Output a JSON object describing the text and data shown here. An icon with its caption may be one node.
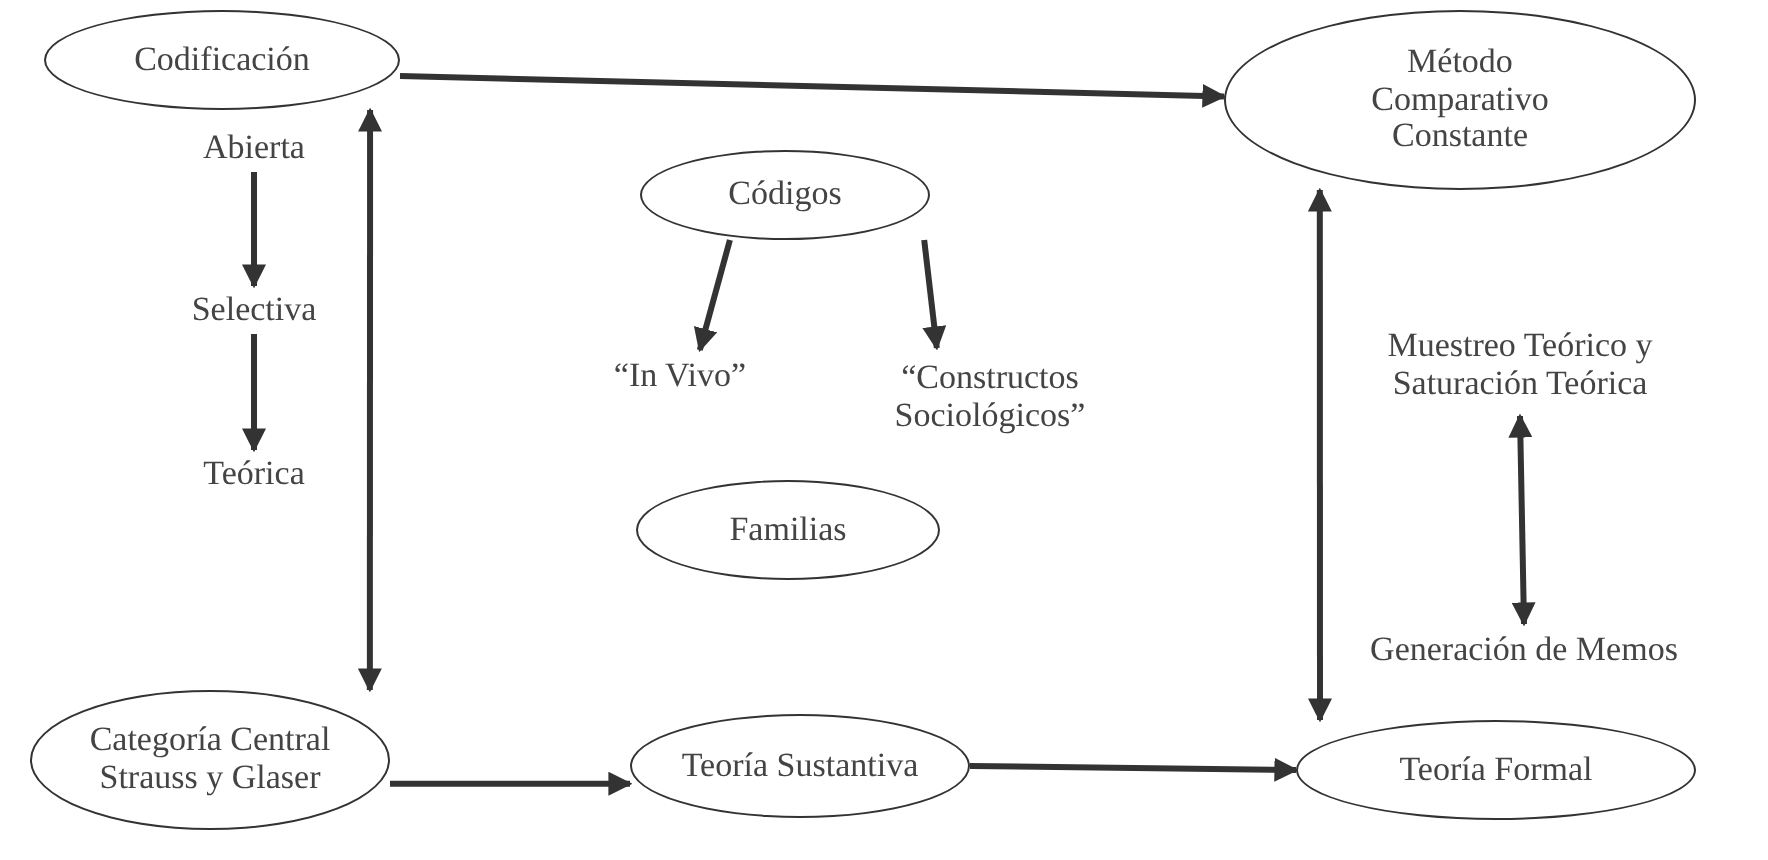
{
  "diagram": {
    "nodes": [
      {
        "text": [
          "Codificación"
        ]
      },
      {
        "text": [
          "Abierta"
        ]
      },
      {
        "text": [
          "Selectiva"
        ]
      },
      {
        "text": [
          "Teórica"
        ]
      },
      {
        "text": [
          "Códigos"
        ]
      },
      {
        "text": [
          "“In Vivo”"
        ]
      },
      {
        "text": [
          "“Constructos Sociológicos”"
        ]
      },
      {
        "text": [
          "Familias"
        ]
      },
      {
        "text": [
          "Método Comparativo Constante"
        ]
      },
      {
        "text": [
          "Muestreo Teórico y Saturación Teórica"
        ]
      },
      {
        "text": [
          "Generación de Memos"
        ]
      },
      {
        "text": [
          "Categoría Central Strauss y Glaser"
        ]
      },
      {
        "text": [
          "Teoría Sustantiva"
        ]
      },
      {
        "text": [
          "Teoría Formal"
        ]
      }
    ],
    "edges": [
      {
        "from": 0,
        "to": 8,
        "arrow": "to"
      },
      {
        "from": 1,
        "to": 2,
        "arrow": "to"
      },
      {
        "from": 2,
        "to": 3,
        "arrow": "to"
      },
      {
        "from": 0,
        "to": 11,
        "arrow": "both"
      },
      {
        "from": 4,
        "to": 5,
        "arrow": "to"
      },
      {
        "from": 4,
        "to": 6,
        "arrow": "to"
      },
      {
        "from": 8,
        "to": 13,
        "arrow": "both"
      },
      {
        "from": 9,
        "to": 10,
        "arrow": "both"
      },
      {
        "from": 11,
        "to": 12,
        "arrow": "to"
      },
      {
        "from": 12,
        "to": 13,
        "arrow": "to"
      }
    ]
  }
}
